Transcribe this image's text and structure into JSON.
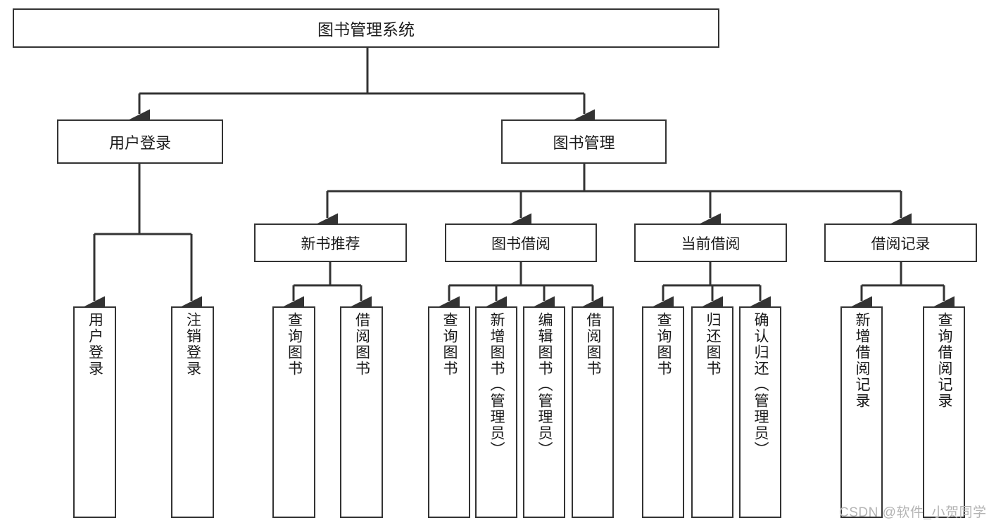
{
  "diagram": {
    "type": "tree-hierarchy",
    "title": "图书管理系统",
    "root": {
      "id": "root",
      "label": "图书管理系统"
    },
    "level2": [
      {
        "id": "user-login",
        "label": "用户登录"
      },
      {
        "id": "book-management",
        "label": "图书管理"
      }
    ],
    "level3": [
      {
        "id": "new-book-recommend",
        "label": "新书推荐",
        "parent": "book-management"
      },
      {
        "id": "book-borrow",
        "label": "图书借阅",
        "parent": "book-management"
      },
      {
        "id": "current-borrow",
        "label": "当前借阅",
        "parent": "book-management"
      },
      {
        "id": "borrow-record",
        "label": "借阅记录",
        "parent": "book-management"
      }
    ],
    "leaves": [
      {
        "id": "leaf-user-login",
        "label": "用户登录",
        "parent": "user-login"
      },
      {
        "id": "leaf-logout",
        "label": "注销登录",
        "parent": "user-login"
      },
      {
        "id": "leaf-query-book-1",
        "label": "查询图书",
        "parent": "new-book-recommend"
      },
      {
        "id": "leaf-borrow-book-1",
        "label": "借阅图书",
        "parent": "new-book-recommend"
      },
      {
        "id": "leaf-query-book-2",
        "label": "查询图书",
        "parent": "book-borrow"
      },
      {
        "id": "leaf-add-book",
        "label": "新增图书（管理员）",
        "parent": "book-borrow"
      },
      {
        "id": "leaf-edit-book",
        "label": "编辑图书（管理员）",
        "parent": "book-borrow"
      },
      {
        "id": "leaf-borrow-book-2",
        "label": "借阅图书",
        "parent": "book-borrow"
      },
      {
        "id": "leaf-query-book-3",
        "label": "查询图书",
        "parent": "current-borrow"
      },
      {
        "id": "leaf-return-book",
        "label": "归还图书",
        "parent": "current-borrow"
      },
      {
        "id": "leaf-confirm-return",
        "label": "确认归还（管理员）",
        "parent": "current-borrow"
      },
      {
        "id": "leaf-add-record",
        "label": "新增借阅记录",
        "parent": "borrow-record"
      },
      {
        "id": "leaf-query-record",
        "label": "查询借阅记录",
        "parent": "borrow-record"
      }
    ],
    "watermark": "CSDN @软件_小贺同学",
    "colors": {
      "stroke": "#333333",
      "background": "#ffffff",
      "text": "#1a1a1a",
      "watermark": "#b4b4b4"
    }
  }
}
